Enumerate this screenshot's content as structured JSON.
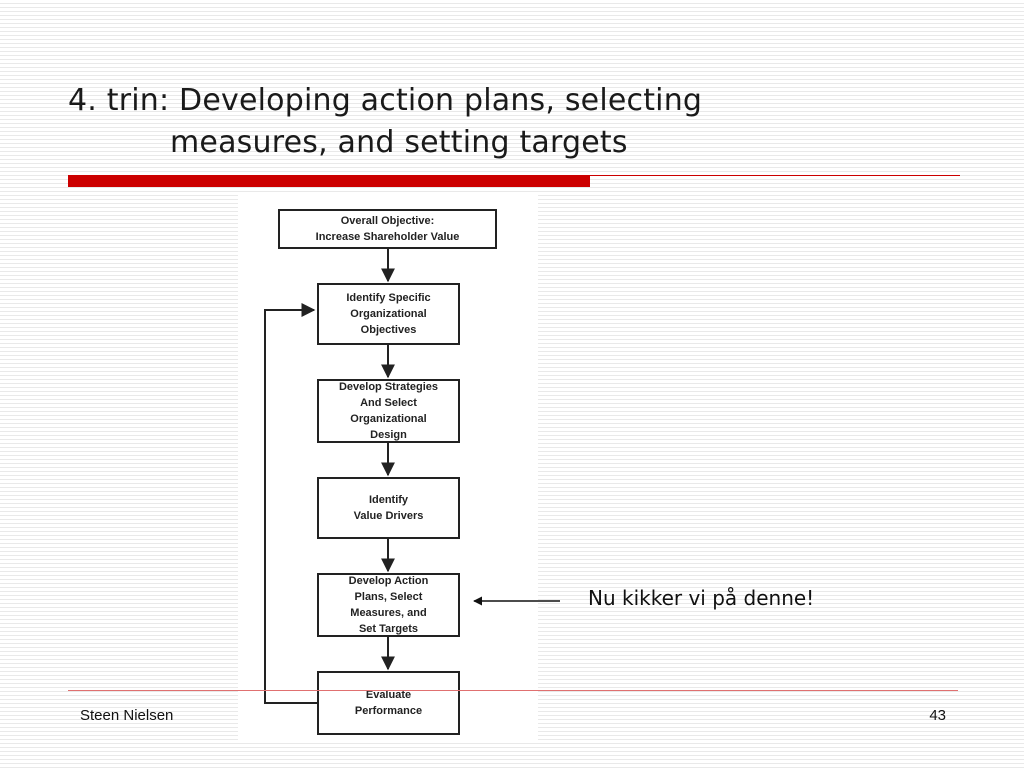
{
  "slide": {
    "title_line1": "4. trin: Developing action plans, selecting",
    "title_line2": "measures, and setting targets",
    "footer_author": "Steen Nielsen",
    "page_number": "43",
    "accent_color": "#cc0000"
  },
  "flowchart": {
    "boxes": [
      {
        "label": "Overall Objective:\nIncrease Shareholder Value"
      },
      {
        "label": "Identify Specific\nOrganizational\nObjectives"
      },
      {
        "label": "Develop Strategies\nAnd Select\nOrganizational\nDesign"
      },
      {
        "label": "Identify\nValue Drivers"
      },
      {
        "label": "Develop Action\nPlans, Select\nMeasures, and\nSet Targets"
      },
      {
        "label": "Evaluate\nPerformance"
      }
    ]
  },
  "callout": {
    "text": "Nu kikker vi på denne!"
  }
}
